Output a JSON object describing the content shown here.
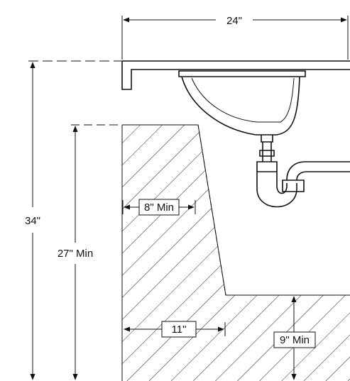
{
  "labels": {
    "counter_width": "24\"",
    "counter_height": "34\"",
    "knee_height": "27\" Min",
    "knee_depth": "8\" Min",
    "toe_depth": "11\"",
    "toe_height": "9\" Min"
  },
  "colors": {
    "line": "#111111",
    "background": "#ffffff"
  }
}
